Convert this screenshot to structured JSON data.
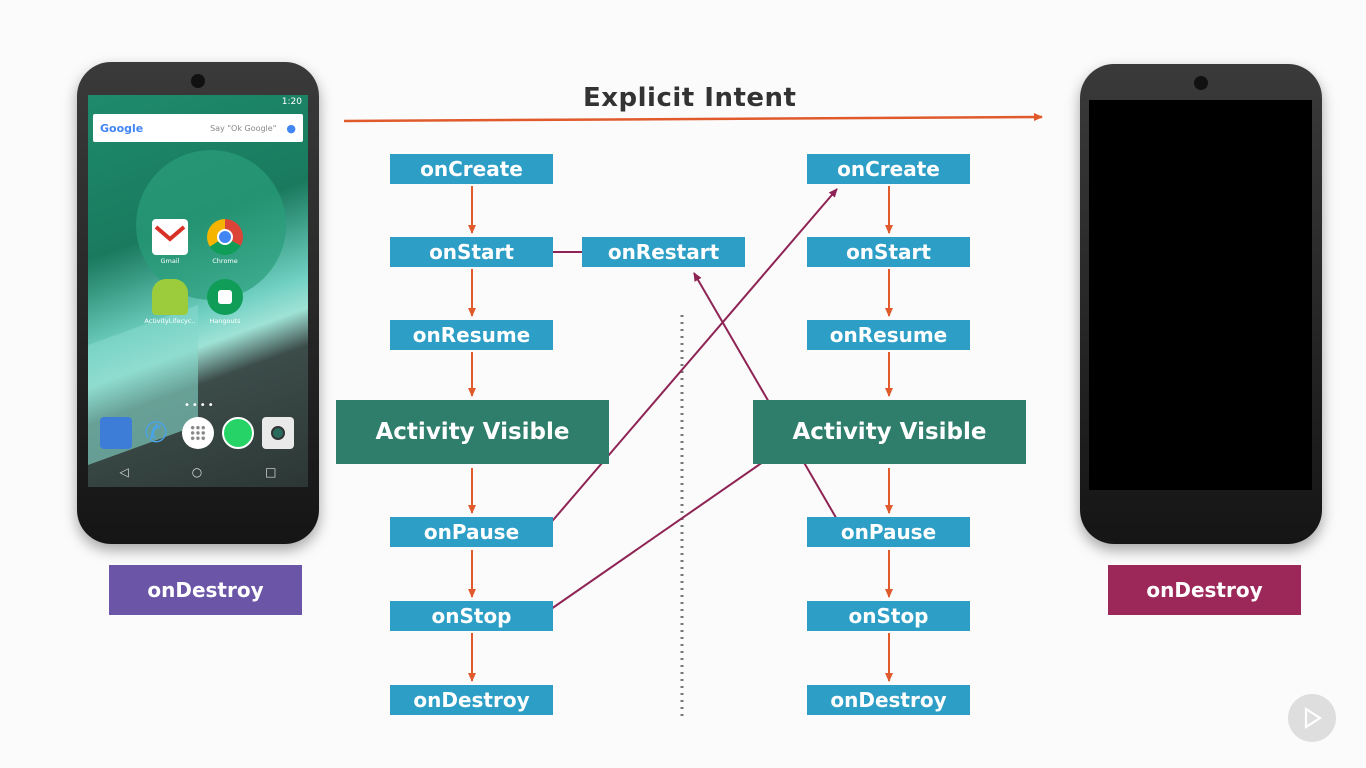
{
  "title": "Explicit Intent",
  "left_column": {
    "on_create": "onCreate",
    "on_start": "onStart",
    "on_resume": "onResume",
    "activity_visible": "Activity Visible",
    "on_pause": "onPause",
    "on_stop": "onStop",
    "on_destroy": "onDestroy"
  },
  "restart_box": "onRestart",
  "right_column": {
    "on_create": "onCreate",
    "on_start": "onStart",
    "on_resume": "onResume",
    "activity_visible": "Activity Visible",
    "on_pause": "onPause",
    "on_stop": "onStop",
    "on_destroy": "onDestroy"
  },
  "left_phone": {
    "status_time": "1:20",
    "search_logo": "Google",
    "search_hint": "Say \"Ok Google\"",
    "apps": [
      "Gmail",
      "Chrome",
      "ActivityLifecyc..",
      "Hangouts"
    ],
    "destroy_label": "onDestroy"
  },
  "right_phone": {
    "destroy_label": "onDestroy"
  },
  "colors": {
    "box_blue": "#2d9ec5",
    "activity_green": "#2f7e6c",
    "flow_arrow": "#e05a2b",
    "cross_arrow": "#8e2455",
    "left_destroy": "#6a55a7",
    "right_destroy": "#9c2859"
  },
  "icons": [
    "play-icon",
    "mic-icon",
    "gmail-icon",
    "chrome-icon",
    "android-icon",
    "hangouts-icon",
    "contacts-icon",
    "phone-icon",
    "app-drawer-icon",
    "whatsapp-icon",
    "camera-icon",
    "back-icon",
    "home-icon",
    "recents-icon"
  ]
}
